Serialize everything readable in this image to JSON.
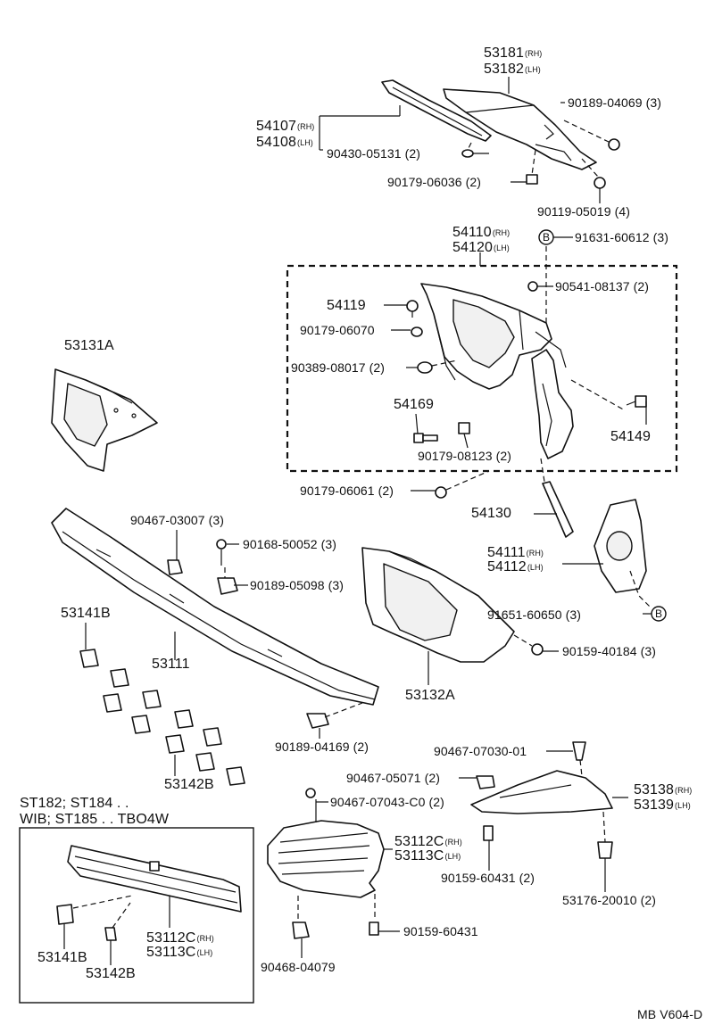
{
  "labels": {
    "p53181": "53181",
    "p53181_s": "(RH)",
    "p53182": "53182",
    "p53182_s": "(LH)",
    "p54107": "54107",
    "p54107_s": "(RH)",
    "p54108": "54108",
    "p54108_s": "(LH)",
    "p90189_04069": "90189-04069 (3)",
    "p90430_05131": "90430-05131 (2)",
    "p90179_06036": "90179-06036 (2)",
    "p90119_05019": "90119-05019 (4)",
    "p54110": "54110",
    "p54110_s": "(RH)",
    "p54120": "54120",
    "p54120_s": "(LH)",
    "p91631_60612": "91631-60612 (3)",
    "p90541_08137": "90541-08137 (2)",
    "p54119": "54119",
    "p90179_06070": "90179-06070",
    "p90389_08017": "90389-08017 (2)",
    "p54169": "54169",
    "p54149": "54149",
    "p90179_08123": "90179-08123 (2)",
    "p53131A": "53131A",
    "p90179_06061": "90179-06061 (2)",
    "p54130": "54130",
    "p90467_03007": "90467-03007 (3)",
    "p90168_50052": "90168-50052 (3)",
    "p90189_05098": "90189-05098 (3)",
    "p54111": "54111",
    "p54111_s": "(RH)",
    "p54112": "54112",
    "p54112_s": "(LH)",
    "p91651_60650": "91651-60650 (3)",
    "p53141B": "53141B",
    "p53111": "53111",
    "p53132A": "53132A",
    "p90159_40184": "90159-40184 (3)",
    "p90189_04169": "90189-04169 (2)",
    "p53142B": "53142B",
    "p90467_07030": "90467-07030-01",
    "p90467_05071": "90467-05071 (2)",
    "p53138": "53138",
    "p53138_s": "(RH)",
    "p53139": "53139",
    "p53139_s": "(LH)",
    "p90467_07043": "90467-07043-C0 (2)",
    "p53112C": "53112C",
    "p53112C_s": "(RH)",
    "p53113C": "53113C",
    "p53113C_s": "(LH)",
    "p90159_60431_2": "90159-60431 (2)",
    "p53176_20010": "53176-20010 (2)",
    "p90159_60431": "90159-60431",
    "p90468_04079": "90468-04079",
    "inset_p53141B": "53141B",
    "inset_p53142B": "53142B",
    "inset_p53112C": "53112C",
    "inset_p53112C_s": "(RH)",
    "inset_p53113C": "53113C",
    "inset_p53113C_s": "(LH)",
    "marker_b": "B"
  },
  "inset": {
    "line1": "ST182; ST184 . .",
    "line2": "WIB; ST185 . . TBO4W"
  },
  "footer": {
    "code": "MB V604-D"
  }
}
